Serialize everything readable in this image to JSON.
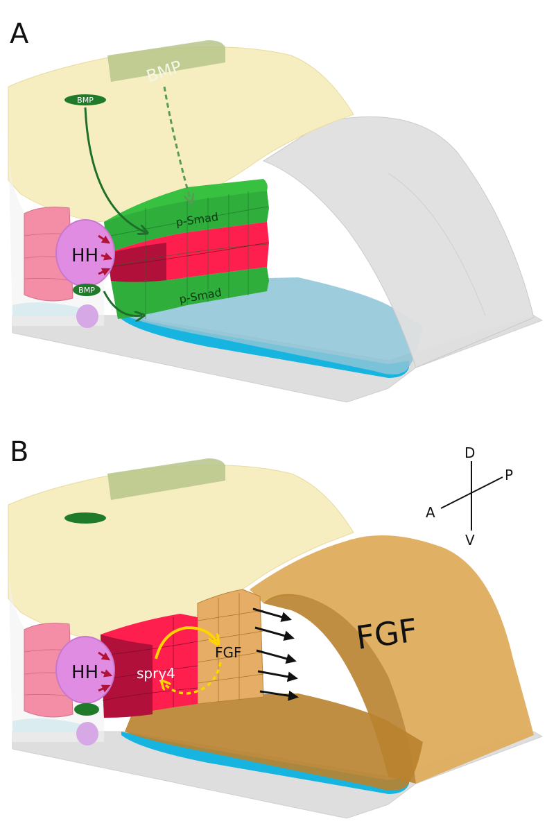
{
  "panels": [
    {
      "letter": "A",
      "labels": {
        "bmp_band": "BMP",
        "bmp_top_source": "BMP",
        "bmp_bottom_source": "BMP",
        "psmad_top": "p-Smad",
        "psmad_bottom": "p-Smad",
        "hh": "HH"
      }
    },
    {
      "letter": "B",
      "labels": {
        "fgf_band": "FGF",
        "fgf_cells": "FGF",
        "spry4": "spry4",
        "hh": "HH"
      },
      "axes": {
        "dorsal": "D",
        "ventral": "V",
        "anterior": "A",
        "posterior": "P"
      }
    }
  ],
  "colors": {
    "yellow_tissue": "#f6edc0",
    "grey_tissue": "#e0e0e0",
    "base": "#dcdcdc",
    "blue": "#18b4e0",
    "blue_translucent": "#8cc4d6",
    "green": "#2fae3c",
    "green_dark": "#1f7a2a",
    "green_band": "#b6c68a",
    "red": "#ff1f4f",
    "red_dark": "#b0103a",
    "pink": "#f48ea6",
    "hh_purple": "#e08ce2",
    "lilac": "#d6a8e6",
    "fgf_orange": "#deac5c",
    "fgf_orange_dark": "#b9822e",
    "cells_orange": "#e5ad66",
    "arrow_yellow": "#ffd400",
    "arrow_red": "#b01238"
  }
}
